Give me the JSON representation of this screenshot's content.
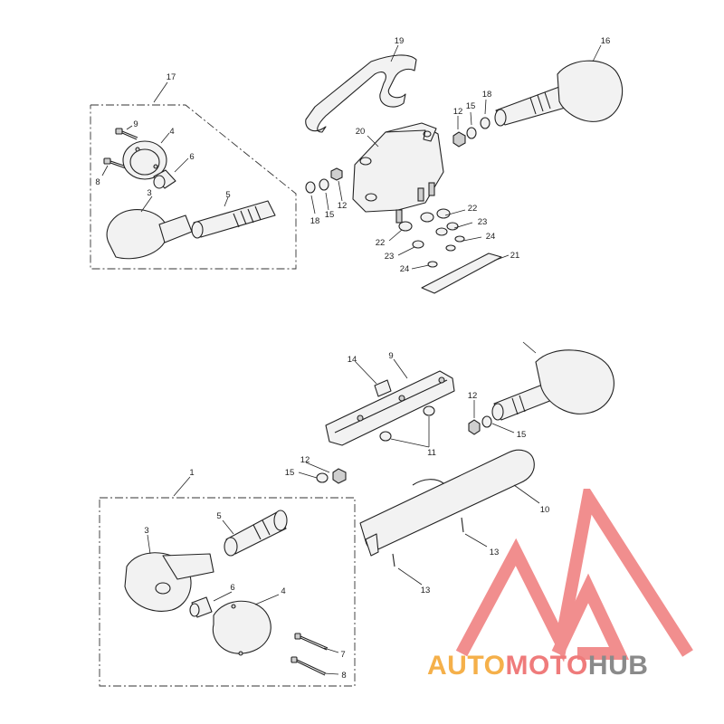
{
  "colors": {
    "ink": "#222222",
    "watermark_red": "#ef7b7b",
    "watermark_orange": "#f5b04a",
    "watermark_gray": "#8a8a8a"
  },
  "callouts": {
    "c1": "1",
    "c3a": "3",
    "c3b": "3",
    "c4a": "4",
    "c4b": "4",
    "c5a": "5",
    "c5b": "5",
    "c6a": "6",
    "c6b": "6",
    "c7": "7",
    "c8a": "8",
    "c8b": "8",
    "c9a": "9",
    "c9b": "9",
    "c10": "10",
    "c11": "11",
    "c12a": "12",
    "c12b": "12",
    "c12c": "12",
    "c12d": "12",
    "c13a": "13",
    "c13b": "13",
    "c14": "14",
    "c15a": "15",
    "c15b": "15",
    "c15c": "15",
    "c15d": "15",
    "c16": "16",
    "c17": "17",
    "c18a": "18",
    "c18b": "18",
    "c19": "19",
    "c20": "20",
    "c21": "21",
    "c22a": "22",
    "c22b": "22",
    "c23a": "23",
    "c23b": "23",
    "c24a": "24",
    "c24b": "24"
  },
  "watermark": {
    "part1": "AUTO",
    "part2": "MOTO",
    "part3": "HUB"
  }
}
